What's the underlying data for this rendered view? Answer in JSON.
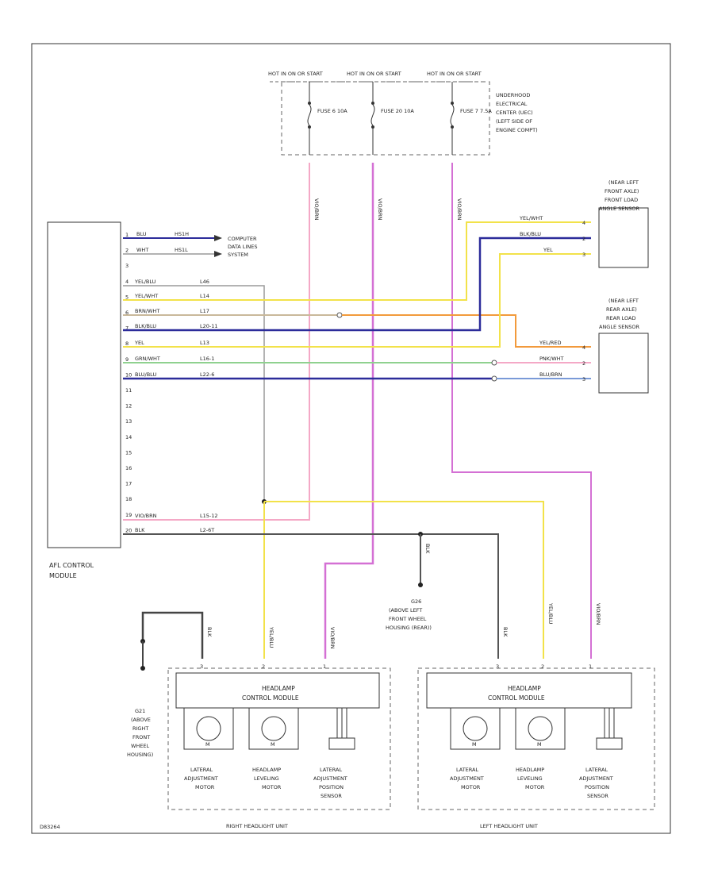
{
  "power": {
    "feeds": [
      "HOT IN ON OR START",
      "HOT IN ON OR START",
      "HOT IN ON OR START"
    ],
    "fuses": [
      "FUSE 6 10A",
      "FUSE 20 10A",
      "FUSE 7 7.5A"
    ],
    "center_label": [
      "UNDERHOOD",
      "ELECTRICAL",
      "CENTER (UEC)",
      "(LEFT SIDE OF",
      "ENGINE COMPT)"
    ]
  },
  "control_module": {
    "name": [
      "AFL CONTROL",
      "MODULE"
    ],
    "pins": [
      "1",
      "2",
      "3",
      "4",
      "5",
      "6",
      "7",
      "8",
      "9",
      "10",
      "11",
      "12",
      "13",
      "14",
      "15",
      "16",
      "17",
      "18",
      "19",
      "20"
    ]
  },
  "computer_data": {
    "label": [
      "COMPUTER",
      "DATA LINES",
      "SYSTEM"
    ],
    "wires": [
      "BLU",
      "WHT"
    ],
    "circuits": [
      "HS1H",
      "HS1L"
    ]
  },
  "front_sensor": {
    "label": [
      "(NEAR LEFT",
      "FRONT AXLE)",
      "FRONT LOAD",
      "ANGLE SENSOR"
    ],
    "wires": [
      "YEL/WHT",
      "BLK/BLU",
      "YEL"
    ],
    "pins": [
      "4",
      "2",
      "3"
    ]
  },
  "rear_sensor": {
    "label": [
      "(NEAR LEFT",
      "REAR AXLE)",
      "REAR LOAD",
      "ANGLE SENSOR"
    ],
    "wires": [
      "YEL/RED",
      "PNK/WHT",
      "BLU/BRN"
    ],
    "pins": [
      "4",
      "2",
      "3"
    ]
  },
  "module_wires": {
    "colors": [
      "YEL/BLU",
      "YEL/WHT",
      "BRN/WHT",
      "BLK/BLU",
      "YEL",
      "GRN/WHT",
      "BLU/BLU"
    ],
    "circuits": [
      "L46",
      "L14",
      "L17",
      "L20-11",
      "L13",
      "L16-1",
      "L22-6"
    ],
    "pin19_color": "VIO/BRN",
    "pin19_circuit": "L15-12",
    "pin20_color": "BLK",
    "pin20_circuit": "L2-6T"
  },
  "riser_wires": [
    "VIO/BRN",
    "VIO/BRN",
    "VIO/BRN"
  ],
  "grounds": {
    "g_right": [
      "G21",
      "(ABOVE",
      "RIGHT",
      "FRONT",
      "WHEEL",
      "HOUSING)"
    ],
    "g_left": [
      "G26",
      "(ABOVE LEFT",
      "FRONT WHEEL",
      "HOUSING (REAR))"
    ],
    "wire": "BLK"
  },
  "right_unit": {
    "module": [
      "HEADLAMP",
      "CONTROL MODULE"
    ],
    "wires": [
      "BLK",
      "YEL/BLU",
      "VIO/BRN"
    ],
    "pins": [
      "3",
      "2",
      "1"
    ],
    "parts": [
      [
        "LATERAL",
        "ADJUSTMENT",
        "MOTOR"
      ],
      [
        "HEADLAMP",
        "LEVELING",
        "MOTOR"
      ],
      [
        "LATERAL",
        "ADJUSTMENT",
        "POSITION",
        "SENSOR"
      ]
    ],
    "title": "RIGHT HEADLIGHT UNIT"
  },
  "left_unit": {
    "module": [
      "HEADLAMP",
      "CONTROL MODULE"
    ],
    "wires": [
      "BLK",
      "YEL/BLU",
      "VIO/BRN"
    ],
    "pins": [
      "3",
      "2",
      "1"
    ],
    "parts": [
      [
        "LATERAL",
        "ADJUSTMENT",
        "MOTOR"
      ],
      [
        "HEADLAMP",
        "LEVELING",
        "MOTOR"
      ],
      [
        "LATERAL",
        "ADJUSTMENT",
        "POSITION",
        "SENSOR"
      ]
    ],
    "title": "LEFT HEADLIGHT UNIT"
  },
  "motor_mark": "M",
  "footer_code": "D83264",
  "colors": {
    "yellow": "#f2e24a",
    "blue": "#2c2c9a",
    "violet": "#d470d4",
    "pink": "#f4a8c6",
    "orange": "#f29a3c",
    "green": "#8fd18f",
    "brown": "#9a7a5a",
    "black": "#333333",
    "gray": "#9a9a9a"
  }
}
